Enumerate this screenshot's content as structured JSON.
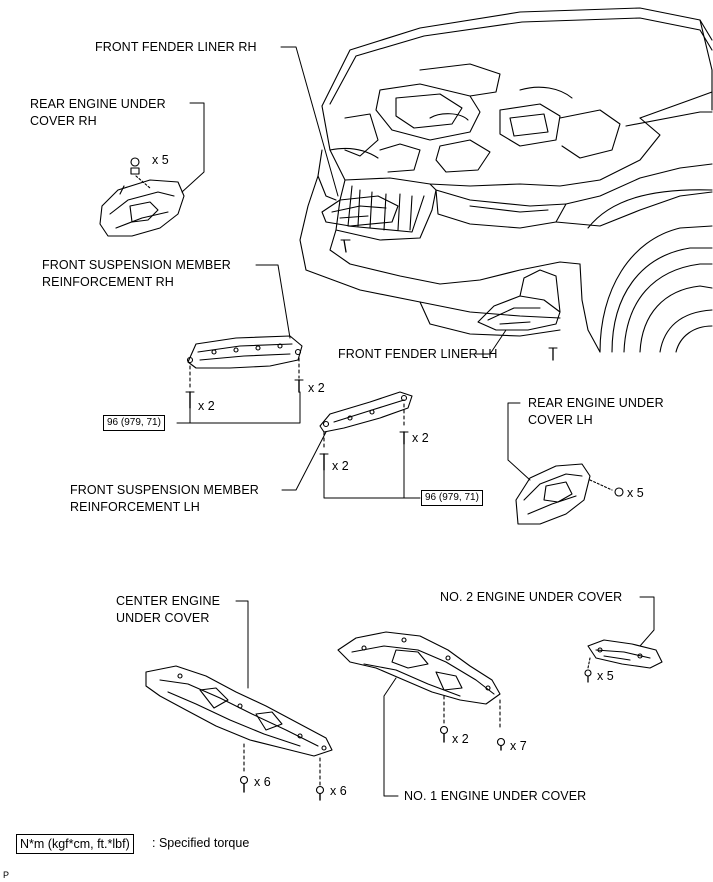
{
  "labels": {
    "front_fender_liner_rh": "FRONT FENDER LINER RH",
    "rear_engine_under_cover_rh_1": "REAR ENGINE UNDER",
    "rear_engine_under_cover_rh_2": "COVER RH",
    "front_susp_rh_1": "FRONT SUSPENSION MEMBER",
    "front_susp_rh_2": "REINFORCEMENT RH",
    "front_fender_liner_lh": "FRONT FENDER LINER LH",
    "rear_engine_under_cover_lh_1": "REAR ENGINE UNDER",
    "rear_engine_under_cover_lh_2": "COVER LH",
    "front_susp_lh_1": "FRONT SUSPENSION MEMBER",
    "front_susp_lh_2": "REINFORCEMENT LH",
    "center_engine_under_cover_1": "CENTER ENGINE",
    "center_engine_under_cover_2": "UNDER COVER",
    "no2_engine_under_cover": "NO. 2 ENGINE UNDER COVER",
    "no1_engine_under_cover": "NO. 1 ENGINE UNDER COVER"
  },
  "quantities": {
    "rear_rh_clip": "x 5",
    "susp_rh_bolt_right": "x 2",
    "susp_rh_bolt_left": "x 2",
    "susp_lh_bolt_right": "x 2",
    "susp_lh_bolt_left": "x 2",
    "rear_lh_clip": "x 5",
    "no2_bolt": "x 5",
    "center_bolt_left": "x 6",
    "center_bolt_right": "x 6",
    "no1_bolt": "x 2",
    "no1_clip": "x 7"
  },
  "torques": {
    "susp_rh": "96 (979, 71)",
    "susp_lh": "96 (979, 71)"
  },
  "legend": {
    "symbol": "N*m (kgf*cm, ft.*lbf)",
    "text": ": Specified torque"
  },
  "figure_code": "P"
}
